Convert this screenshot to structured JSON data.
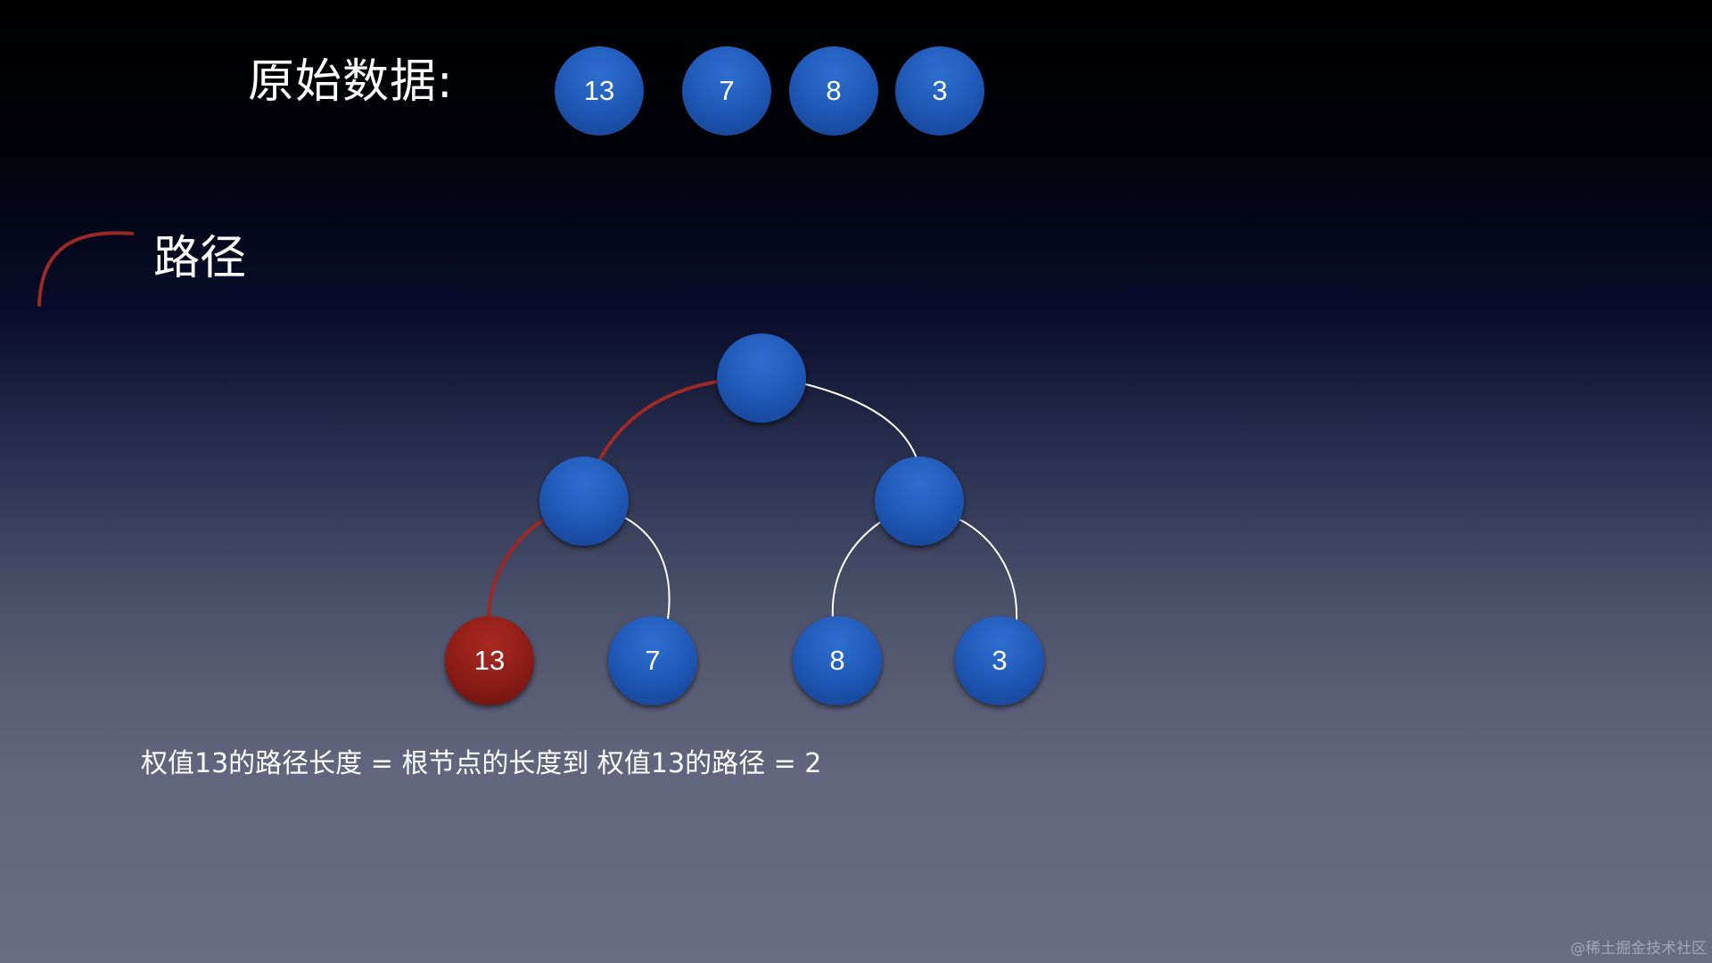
{
  "header": {
    "title": "原始数据:",
    "values": [
      "13",
      "7",
      "8",
      "3"
    ]
  },
  "legend": {
    "label": "路径"
  },
  "tree": {
    "root": "",
    "internal": [
      "",
      ""
    ],
    "leaves": [
      {
        "label": "13",
        "highlighted": true
      },
      {
        "label": "7",
        "highlighted": false
      },
      {
        "label": "8",
        "highlighted": false
      },
      {
        "label": "3",
        "highlighted": false
      }
    ],
    "highlighted_path": [
      "root",
      "internal-left",
      "leaf-13"
    ]
  },
  "formula": "权值13的路径长度 = 根节点的长度到 权值13的路径 = 2",
  "watermark": "@稀土掘金技术社区",
  "colors": {
    "node_blue": "#1f56b4",
    "node_red": "#8c1c16",
    "path_red": "#9b2a26",
    "edge_white": "#ffffff"
  }
}
